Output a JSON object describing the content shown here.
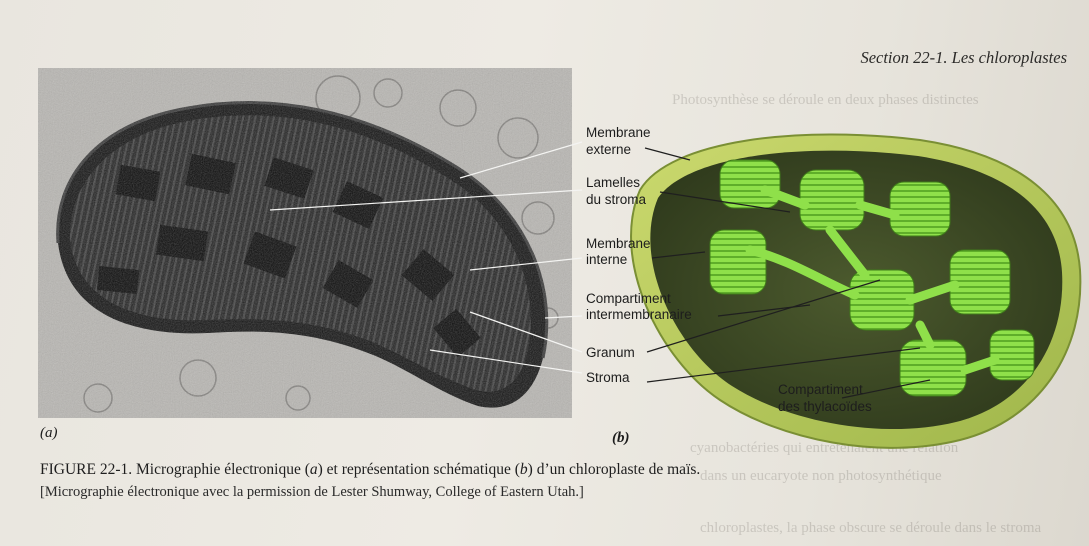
{
  "header": {
    "section": "Section 22-1. Les chloroplastes"
  },
  "figure": {
    "panel_a": "(a)",
    "panel_b": "(b)",
    "labels": {
      "membrane_externe_1": "Membrane",
      "membrane_externe_2": "externe",
      "lamelles_1": "Lamelles",
      "lamelles_2": "du stroma",
      "membrane_interne_1": "Membrane",
      "membrane_interne_2": "interne",
      "compartiment_1": "Compartiment",
      "compartiment_2": "intermembranaire",
      "granum": "Granum",
      "stroma": "Stroma",
      "thylacoides_1": "Compartiment",
      "thylacoides_2": "des thylacoïdes"
    }
  },
  "caption": {
    "figure_number": "FIGURE 22-1.",
    "text_1": " Micrographie électronique (",
    "a": "a",
    "text_2": ") et représentation schématique (",
    "b": "b",
    "text_3": ") d’un chloroplaste de maïs.",
    "credit": "[Micrographie électronique avec la permission de Lester Shumway, College of Eastern Utah.]"
  },
  "colors": {
    "page": "#ebe8e1",
    "chloroplast_outer": "#b3c85a",
    "chloroplast_stroma": "#3e4a26",
    "thylakoid": "#7fd23a",
    "micrograph_dark": "#1a1a1a"
  }
}
